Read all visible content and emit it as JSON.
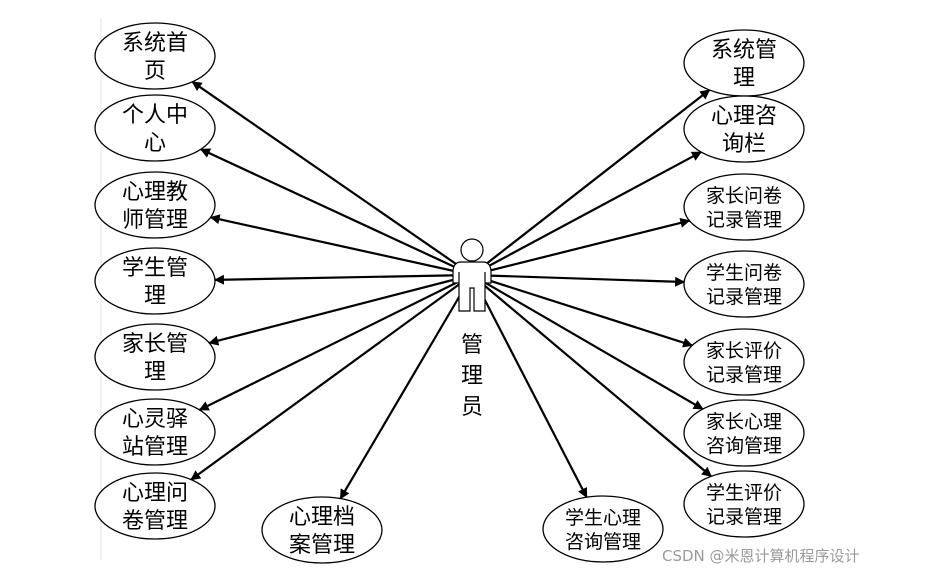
{
  "actor": {
    "label_lines": [
      "管",
      "理",
      "员"
    ]
  },
  "use_cases": [
    {
      "id": "uc-system-home",
      "lines": [
        "系统首",
        "页"
      ],
      "size": "large"
    },
    {
      "id": "uc-personal-center",
      "lines": [
        "个人中",
        "心"
      ],
      "size": "large"
    },
    {
      "id": "uc-teacher-mgmt",
      "lines": [
        "心理教",
        "师管理"
      ],
      "size": "large"
    },
    {
      "id": "uc-student-mgmt",
      "lines": [
        "学生管",
        "理"
      ],
      "size": "large"
    },
    {
      "id": "uc-parent-mgmt",
      "lines": [
        "家长管",
        "理"
      ],
      "size": "large"
    },
    {
      "id": "uc-station-mgmt",
      "lines": [
        "心灵驿",
        "站管理"
      ],
      "size": "large"
    },
    {
      "id": "uc-questionnaire-mgmt",
      "lines": [
        "心理问",
        "卷管理"
      ],
      "size": "large"
    },
    {
      "id": "uc-archive-mgmt",
      "lines": [
        "心理档",
        "案管理"
      ],
      "size": "large"
    },
    {
      "id": "uc-student-consult-mgmt",
      "lines": [
        "学生心理",
        "咨询管理"
      ],
      "size": "small"
    },
    {
      "id": "uc-system-mgmt",
      "lines": [
        "系统管",
        "理"
      ],
      "size": "large"
    },
    {
      "id": "uc-consult-column",
      "lines": [
        "心理咨",
        "询栏"
      ],
      "size": "large"
    },
    {
      "id": "uc-parent-q-record",
      "lines": [
        "家长问卷",
        "记录管理"
      ],
      "size": "small"
    },
    {
      "id": "uc-student-q-record",
      "lines": [
        "学生问卷",
        "记录管理"
      ],
      "size": "small"
    },
    {
      "id": "uc-parent-eval-record",
      "lines": [
        "家长评价",
        "记录管理"
      ],
      "size": "small"
    },
    {
      "id": "uc-parent-consult-mgmt",
      "lines": [
        "家长心理",
        "咨询管理"
      ],
      "size": "small"
    },
    {
      "id": "uc-student-eval-record",
      "lines": [
        "学生评价",
        "记录管理"
      ],
      "size": "small"
    }
  ],
  "watermark": "CSDN @米恩计算机程序设计"
}
